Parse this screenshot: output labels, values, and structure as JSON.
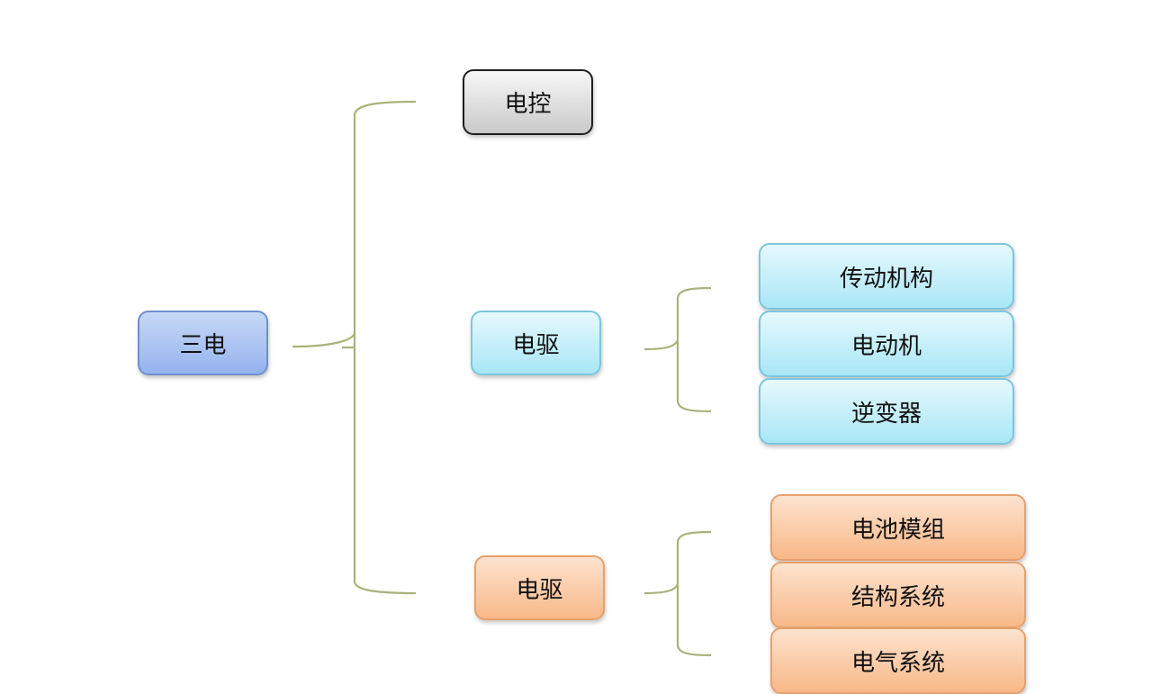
{
  "diagram": {
    "root": {
      "label": "三电"
    },
    "branches": [
      {
        "label": "电控",
        "children": []
      },
      {
        "label": "电驱",
        "children": [
          "传动机构",
          "电动机",
          "逆变器"
        ]
      },
      {
        "label": "电驱",
        "children": [
          "电池模组",
          "结构系统",
          "电气系统"
        ]
      }
    ]
  },
  "colors": {
    "connector": "#a9b27a",
    "root_fill": "#a9c2f2",
    "control_fill": "#dcdcdc",
    "drive_fill": "#c6eef9",
    "battery_fill": "#fbcda9"
  }
}
